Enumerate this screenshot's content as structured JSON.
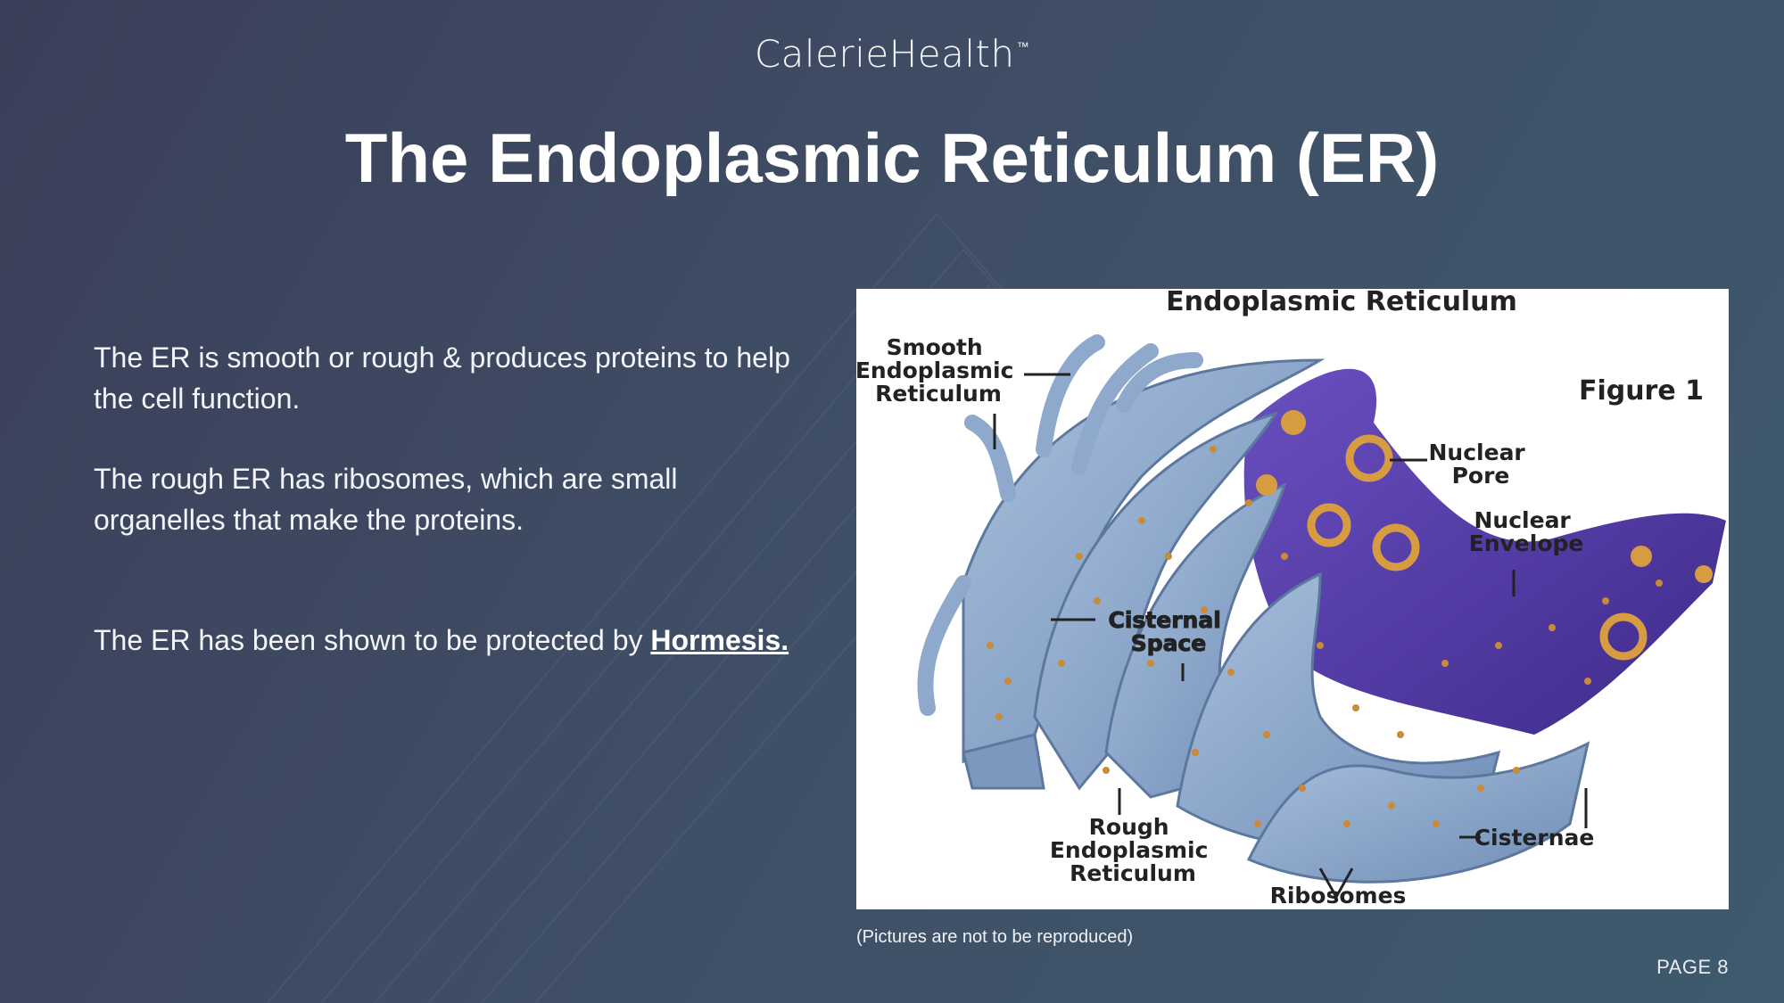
{
  "brand": {
    "name": "CalerieHealth",
    "trademark": "™"
  },
  "title": "The Endoplasmic Reticulum (ER)",
  "paragraphs": {
    "p1": "The ER is smooth or rough & produces proteins to help the cell function.",
    "p2": "The rough ER has ribosomes, which are small organelles that make the proteins.",
    "p3_text": "The ER has been shown to be protected by ",
    "p3_link": "Hormesis."
  },
  "figure": {
    "title": "Endoplasmic Reticulum",
    "figure_label": "Figure 1",
    "labels": {
      "smooth_er": [
        "Smooth",
        "Endoplasmic",
        "Reticulum"
      ],
      "nuclear_pore": [
        "Nuclear",
        "Pore"
      ],
      "nuclear_envelope": [
        "Nuclear",
        "Envelope"
      ],
      "cisternal_space": [
        "Cisternal",
        "Space"
      ],
      "rough_er": [
        "Rough",
        "Endoplasmic",
        "Reticulum"
      ],
      "cisternae": "Cisternae",
      "ribosomes": "Ribosomes"
    }
  },
  "caption": "(Pictures are not to be reproduced)",
  "page": "PAGE 8",
  "colors": {
    "background": "#3f4f66",
    "er_blue": "#8fa9cc",
    "nucleus_purple": "#5a3fa8",
    "ribosome": "#c98a3a"
  }
}
